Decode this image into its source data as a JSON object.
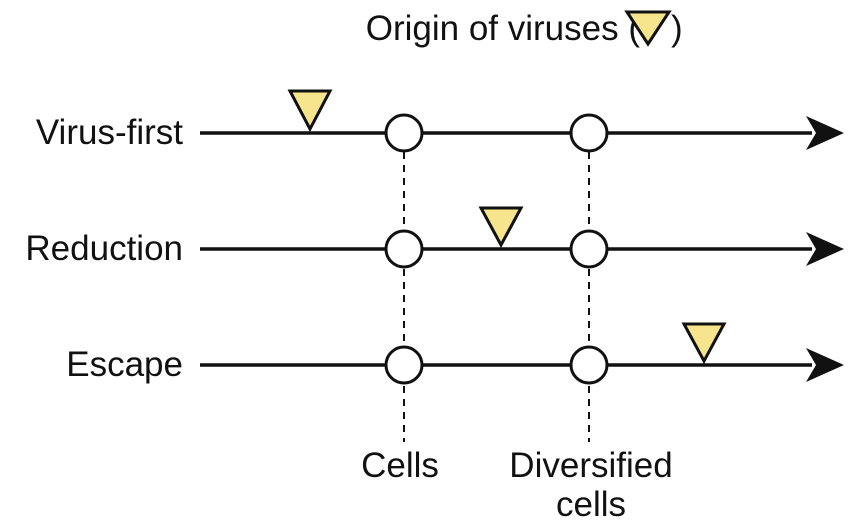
{
  "title": {
    "text_before": "Origin of viruses (",
    "text_after": ")",
    "marker_icon": "yellow-down-triangle-icon"
  },
  "colors": {
    "marker_fill": "#F6E58D",
    "stroke": "#111111",
    "background": "#FFFFFF"
  },
  "milestones": [
    {
      "label_lines": [
        "Cells"
      ]
    },
    {
      "label_lines": [
        "Diversified",
        "cells"
      ]
    }
  ],
  "timelines": [
    {
      "label": "Virus-first",
      "virus_origin": "before-cells"
    },
    {
      "label": "Reduction",
      "virus_origin": "between-cells-and-diversified-cells"
    },
    {
      "label": "Escape",
      "virus_origin": "after-diversified-cells"
    }
  ]
}
